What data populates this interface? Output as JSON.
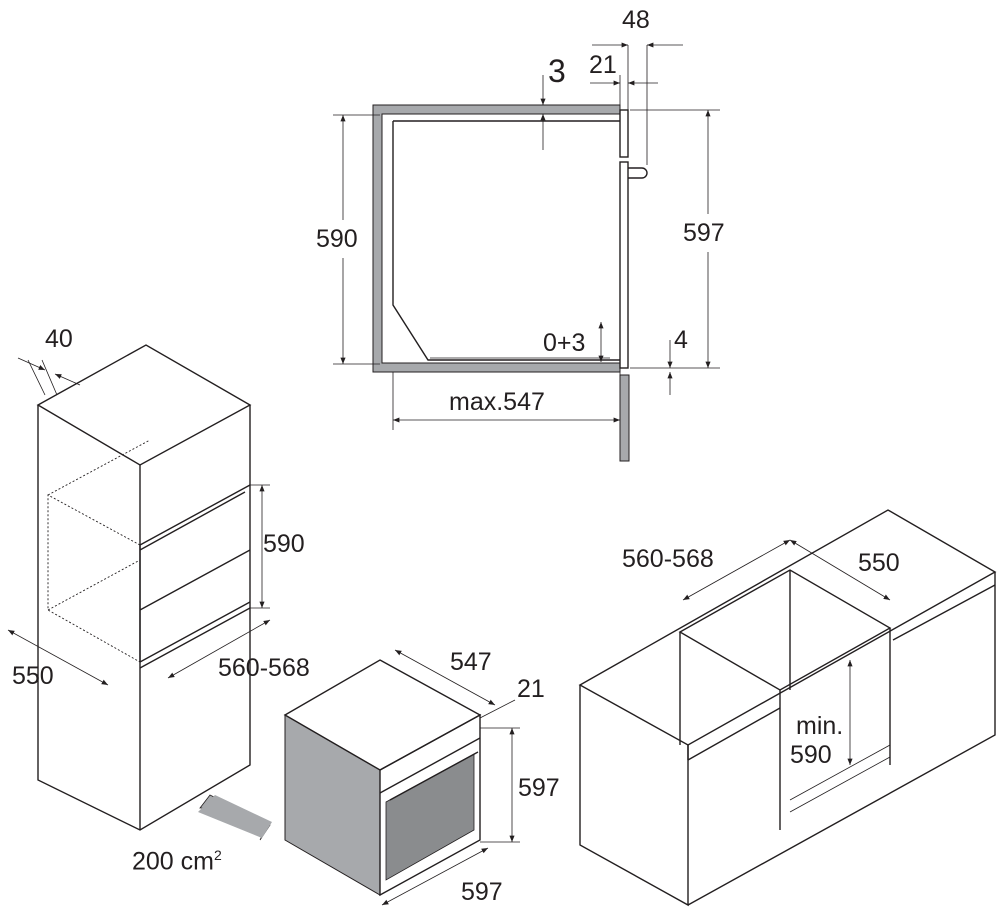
{
  "section_view": {
    "dim_48": "48",
    "dim_21": "21",
    "dim_3": "3",
    "dim_590": "590",
    "dim_597": "597",
    "dim_0_3": "0+3",
    "dim_4": "4",
    "dim_max547": "max.547"
  },
  "tall_cabinet": {
    "dim_40": "40",
    "dim_590": "590",
    "dim_550": "550",
    "dim_560_568": "560-568"
  },
  "oven": {
    "dim_547": "547",
    "dim_21": "21",
    "dim_597_height": "597",
    "dim_597_width": "597",
    "vent_area": "200 cm",
    "vent_area_unit_sup": "2"
  },
  "base_cabinet": {
    "dim_560_568": "560-568",
    "dim_550": "550",
    "dim_min_590_line1": "min.",
    "dim_min_590_line2": "590"
  },
  "colors": {
    "panel_grey": "#a7a9ac",
    "line": "#231f20",
    "window": "#8a8c8e"
  }
}
